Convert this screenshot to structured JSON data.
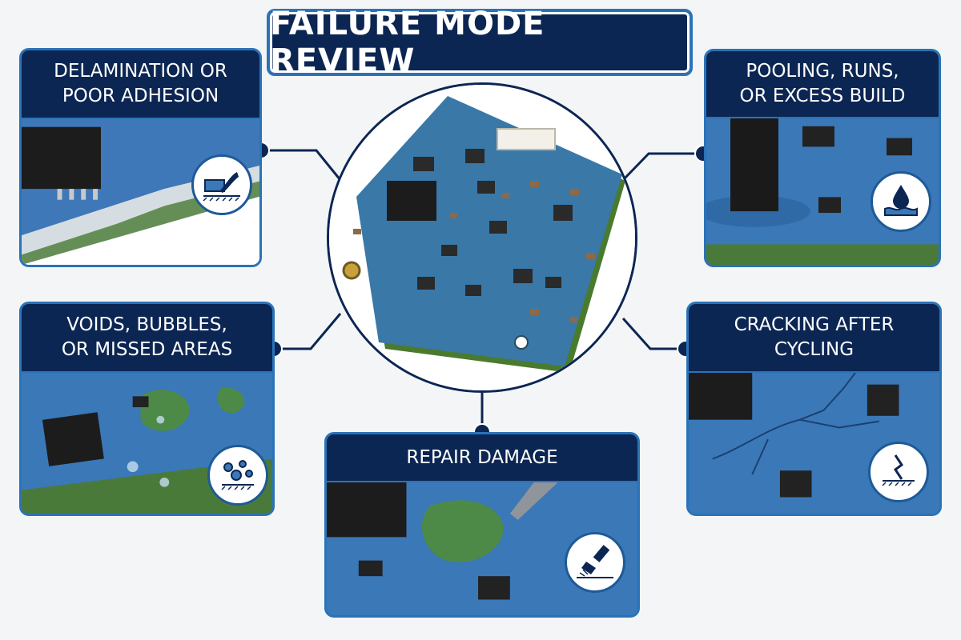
{
  "title": "FAILURE MODE REVIEW",
  "colors": {
    "navy": "#0c2653",
    "accent_blue": "#2a73b8",
    "coating_blue": "#3a72b4",
    "pcb_green": "#3f7a3a",
    "background": "#f4f5f7"
  },
  "center_image": "coated-pcb-photo",
  "cards": [
    {
      "id": "delamination",
      "label": "DELAMINATION OR\nPOOR ADHESION",
      "icon": "peeling-layer-icon"
    },
    {
      "id": "pooling",
      "label": "POOLING, RUNS,\nOR EXCESS BUILD",
      "icon": "droplet-pool-icon"
    },
    {
      "id": "voids",
      "label": "VOIDS, BUBBLES,\nOR MISSED AREAS",
      "icon": "bubbles-icon"
    },
    {
      "id": "cracking",
      "label": "CRACKING AFTER\nCYCLING",
      "icon": "crack-icon"
    },
    {
      "id": "repair",
      "label": "REPAIR DAMAGE",
      "icon": "brush-icon"
    }
  ]
}
